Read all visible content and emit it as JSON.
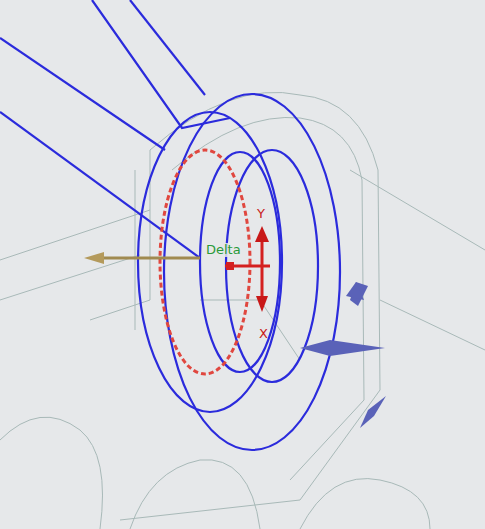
{
  "diagram": {
    "labels": [
      "Y",
      "Delta",
      "X"
    ]
  }
}
